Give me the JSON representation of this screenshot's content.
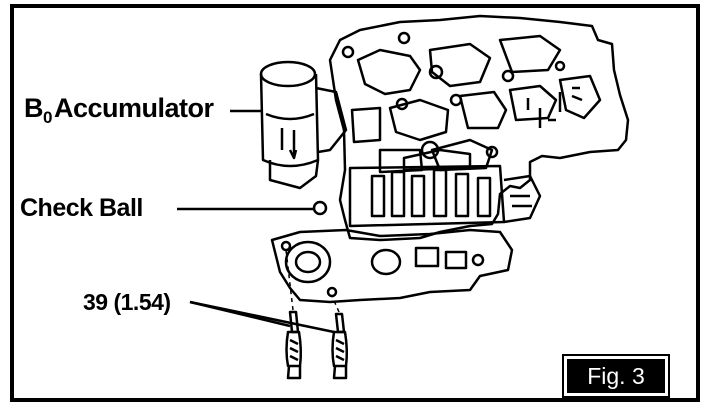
{
  "figure": {
    "labels": {
      "accumulator_prefix": "B",
      "accumulator_subscript": "0",
      "accumulator_text": "Accumulator",
      "check_ball": "Check Ball",
      "torque_spec": "39 (1.54)"
    },
    "badge": "Fig. 3",
    "colors": {
      "ink": "#000000",
      "paper": "#ffffff"
    }
  }
}
